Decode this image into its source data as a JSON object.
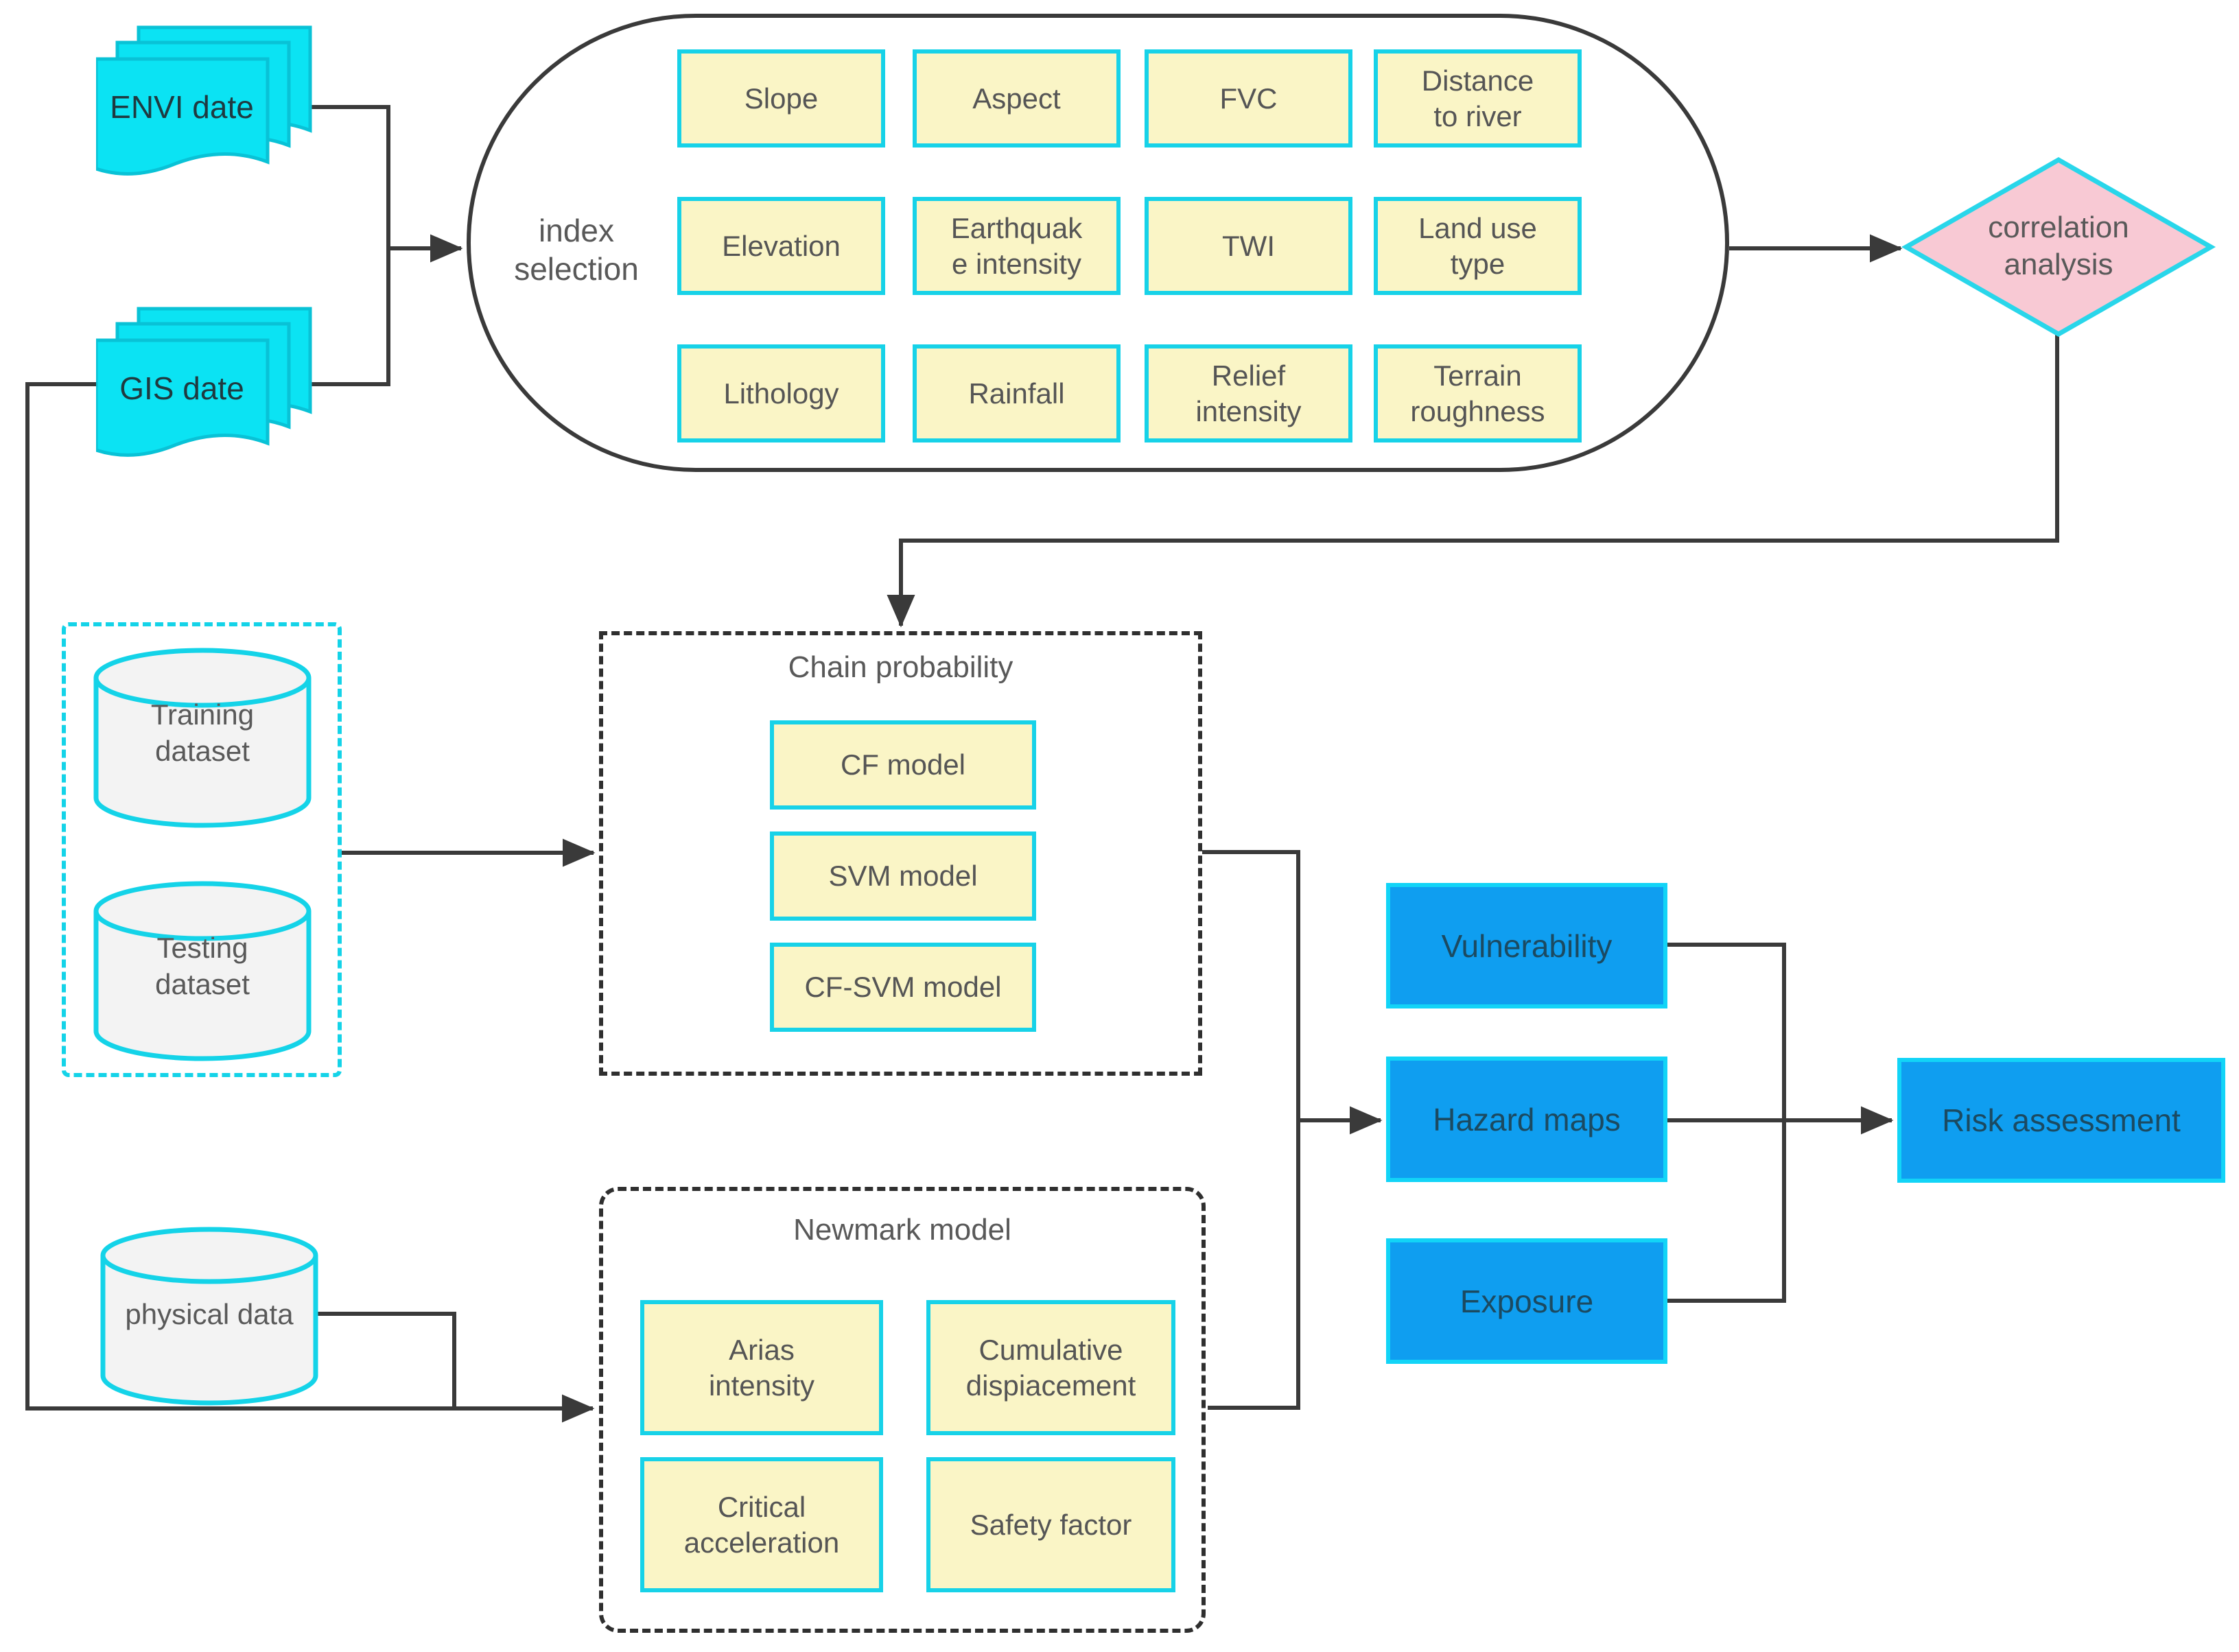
{
  "figure": {
    "sources": {
      "envi": "ENVI date",
      "gis": "GIS date",
      "physical": "physical data"
    },
    "index_selection": {
      "label": "index\nselection",
      "factors": [
        "Slope",
        "Aspect",
        "FVC",
        "Distance\nto river",
        "Elevation",
        "Earthquak\ne intensity",
        "TWI",
        "Land use\ntype",
        "Lithology",
        "Rainfall",
        "Relief\nintensity",
        "Terrain\nroughness"
      ]
    },
    "correlation": "correlation\nanalysis",
    "datasets": {
      "training": "Training\ndataset",
      "testing": "Testing\ndataset"
    },
    "chain": {
      "title": "Chain probability",
      "models": [
        "CF  model",
        "SVM model",
        "CF-SVM model"
      ]
    },
    "newmark": {
      "title": "Newmark model",
      "items": [
        "Arias\nintensity",
        "Cumulative\ndispiacement",
        "Critical\nacceleration",
        "Safety factor"
      ]
    },
    "outputs": {
      "vulnerability": "Vulnerability",
      "hazard": "Hazard maps",
      "exposure": "Exposure",
      "risk": "Risk assessment"
    },
    "colors": {
      "doc_cyan": "#0be3f3",
      "factor_yellow": "#faf5c6",
      "shape_border_cyan": "#17d2e8",
      "diamond_pink": "#f8c9d4",
      "output_blue": "#0f9ef0",
      "output_border": "#12d4f7",
      "connector_gray": "#3a3a3a",
      "text_gray": "#595959",
      "cylinder_fill": "#f3f3f3"
    }
  }
}
